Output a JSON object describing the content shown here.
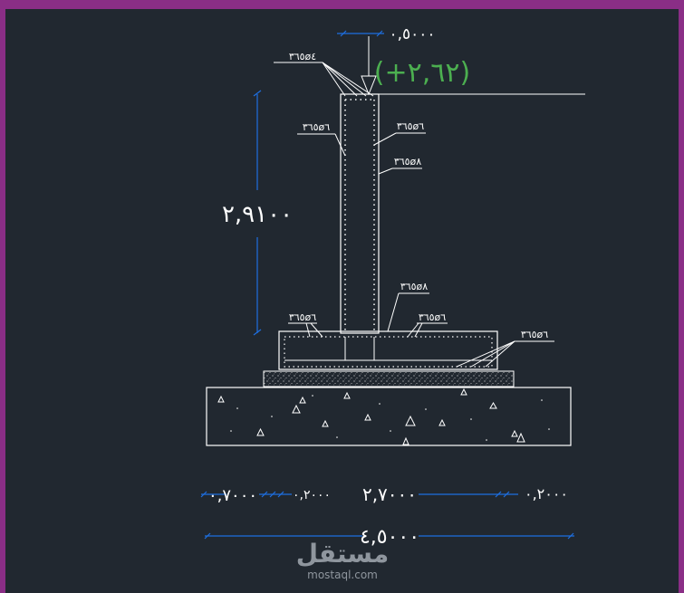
{
  "colors": {
    "frame": "#8a2e86",
    "background": "#212830",
    "line": "#ffffff",
    "dimension": "#1e6fe0",
    "level_text": "#4caf50"
  },
  "labels": {
    "top_dim": "٠,٥٠٠٠",
    "level": "(+٢,٦٢)",
    "wall_height": "٢,٩١٠٠",
    "bar_top": "٣٦٥ø٤",
    "bar_wall_left": "٣٦٥ø٦",
    "bar_wall_right": "٣٦٥ø٦",
    "bar_wall_stirrup": "٣٦٥ø٨",
    "bar_wall_base": "٣٦٥ø٨",
    "bar_footing_left": "٣٦٥ø٦",
    "bar_footing_mid": "٣٦٥ø٦",
    "bar_footing_right": "٣٦٥ø٦",
    "dim_left": "٠,٧٠٠٠",
    "dim_mid_small": "٠,٢٠٠٠",
    "dim_mid": "٢,٧٠٠٠",
    "dim_right": "٠,٢٠٠٠",
    "dim_total": "٤,٥٠٠٠"
  },
  "watermark": {
    "arabic": "مستقل",
    "latin": "mostaql.com"
  }
}
